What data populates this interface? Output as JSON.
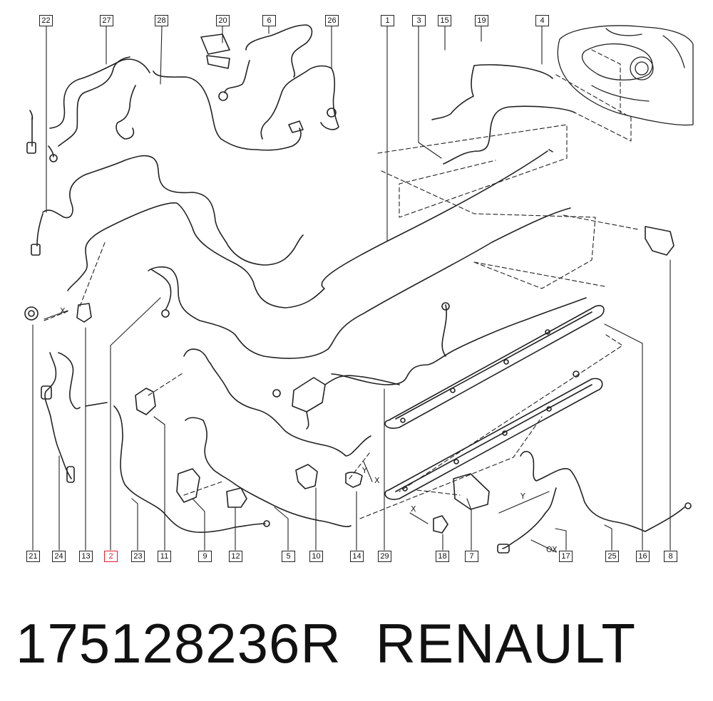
{
  "callouts": {
    "top": [
      "22",
      "27",
      "28",
      "20",
      "6",
      "26",
      "1",
      "3",
      "15",
      "19",
      "4"
    ],
    "bottom": [
      "21",
      "24",
      "13",
      "2",
      "23",
      "11",
      "9",
      "12",
      "5",
      "10",
      "14",
      "29",
      "18",
      "7",
      "17",
      "25",
      "16",
      "8"
    ],
    "selected": "2"
  },
  "axis_labels": {
    "x_a": "X",
    "y_a": "Y",
    "x_b": "X",
    "x_c": "X",
    "y_b": "Y",
    "ox": "OX"
  },
  "caption": {
    "part_number": "175128236R",
    "brand": "RENAULT"
  },
  "colors": {
    "line": "#222222",
    "selected": "#e0202a",
    "background": "#ffffff"
  }
}
